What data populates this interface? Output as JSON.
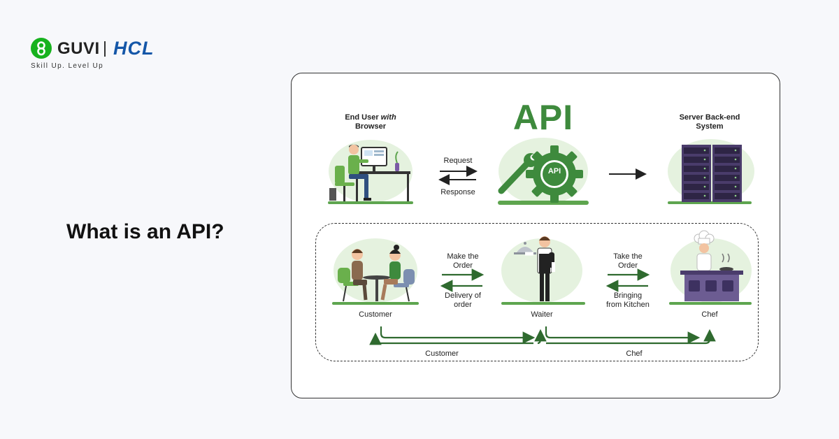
{
  "brand": {
    "logo_text": "GUVI",
    "partner_text": "HCL",
    "tagline": "Skill Up. Level Up"
  },
  "headline": "What is an API?",
  "diagram": {
    "api_title": "API",
    "gear_label": "API",
    "end_user_label_part1": "End User ",
    "end_user_label_italic": "with",
    "end_user_label_part2": "Browser",
    "server_label_line1": "Server Back-end",
    "server_label_line2": "System",
    "request_label": "Request",
    "response_label": "Response",
    "make_order_line1": "Make the",
    "make_order_line2": "Order",
    "delivery_line1": "Delivery of",
    "delivery_line2": "order",
    "take_order_line1": "Take the",
    "take_order_line2": "Order",
    "bringing_line1": "Bringing",
    "bringing_line2": "from Kitchen",
    "customer_label": "Customer",
    "waiter_label": "Waiter",
    "chef_label": "Chef",
    "bottom_customer_label": "Customer",
    "bottom_chef_label": "Chef"
  },
  "colors": {
    "green_accent": "#3e8a3d",
    "arrow_green": "#2f6a2f",
    "blob_green": "#e5f2df",
    "ground_green": "#5ea54f",
    "brand_green": "#17b21e",
    "brand_blue": "#1557a8"
  }
}
